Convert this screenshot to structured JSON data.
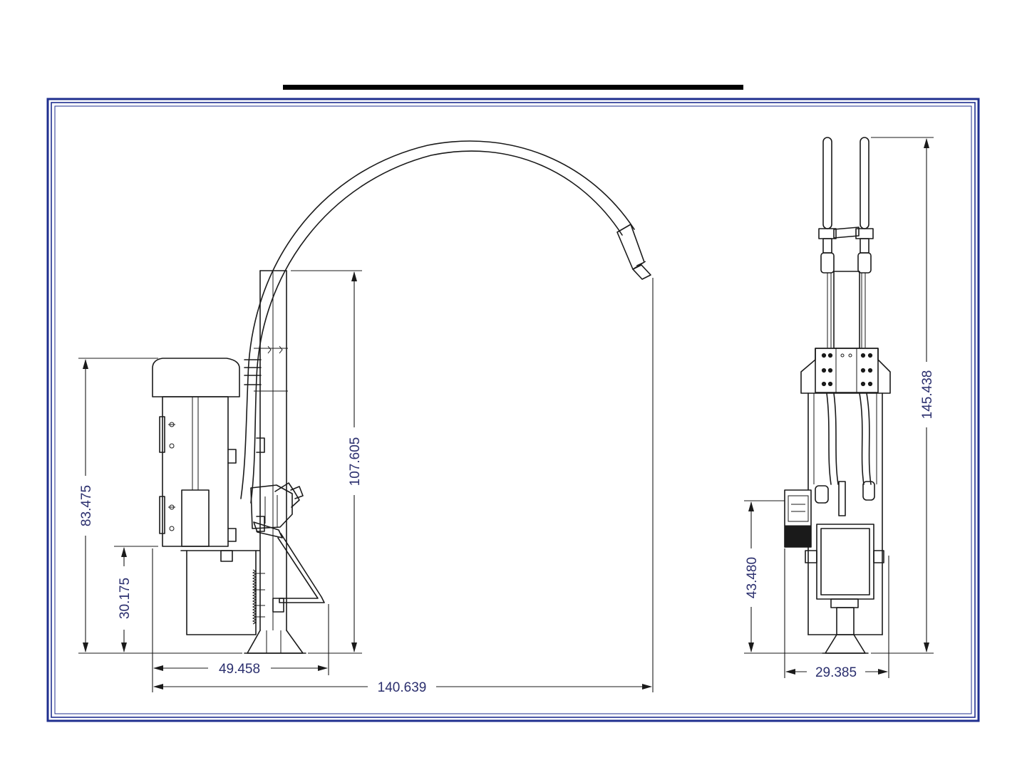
{
  "drawing": {
    "border_color": "#1f2f8f",
    "line_color": "#1a1a1a",
    "dimension_text_color": "#2b2f6e"
  },
  "dimensions": {
    "side_view": {
      "overall_width": "140.639",
      "base_width": "49.458",
      "column_height": "107.605",
      "housing_height": "83.475",
      "lower_height": "30.175"
    },
    "front_view": {
      "overall_height": "145.438",
      "base_width": "29.385",
      "panel_height": "43.480"
    }
  }
}
